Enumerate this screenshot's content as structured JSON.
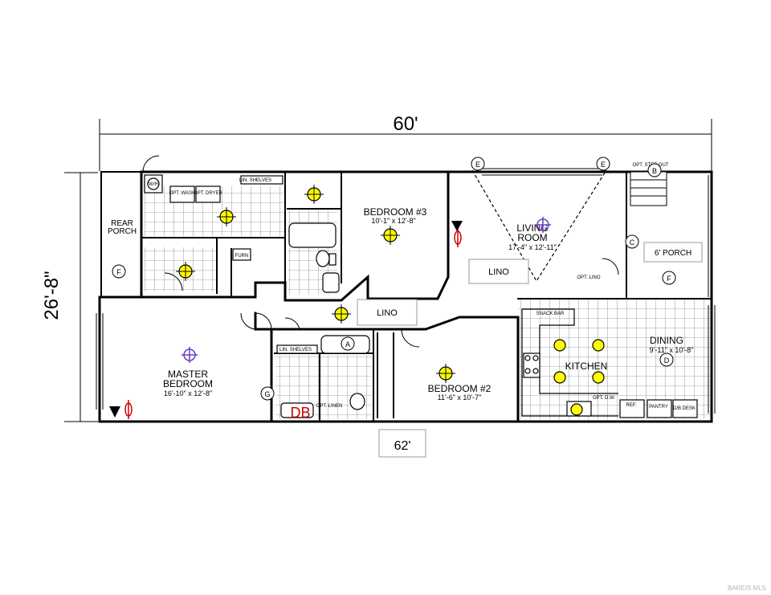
{
  "dimensions": {
    "width_label": "60'",
    "height_label": "26'-8\"",
    "bottom_label": "62'"
  },
  "rooms": {
    "rear_porch": "REAR PORCH",
    "bedroom3_name": "BEDROOM #3",
    "bedroom3_size": "10'-1\" x 12'-8\"",
    "living_name_1": "LIVING",
    "living_name_2": "ROOM",
    "living_size": "17'-4\" x 12'-11\"",
    "master_name_1": "MASTER",
    "master_name_2": "BEDROOM",
    "master_size": "16'-10\" x 12'-8\"",
    "bedroom2_name": "BEDROOM #2",
    "bedroom2_size": "11'-6\" x 10'-7\"",
    "kitchen": "KITCHEN",
    "dining_name": "DINING",
    "dining_size": "9'-11\" x 10'-8\"",
    "porch_6": "6' PORCH"
  },
  "labels": {
    "lino_1": "LINO",
    "lino_2": "LINO",
    "opt_lino": "OPT. LINO",
    "db": "DB",
    "snack_bar": "SNACK BAR",
    "pantry": "PANTRY",
    "desk": "D/B DESK",
    "ref": "REF.",
    "opt_dw": "OPT. D.W.",
    "lin_shelves_1": "LIN. SHELVES",
    "lin_shelves_2": "LIN. SHELVES",
    "opt_wash": "OPT. WASH",
    "opt_dryer": "OPT. DRYER",
    "wh": "W/H",
    "furn": "FURN",
    "opt_linen": "OPT. LINEN",
    "opt_step_out": "OPT. STEP OUT"
  },
  "markers": {
    "a": "A",
    "b": "B",
    "c": "C",
    "d": "D",
    "e1": "E",
    "e2": "E",
    "f1": "F",
    "f2": "F",
    "g": "G"
  },
  "colors": {
    "light": "#ffff00",
    "purple": "#6a3fbf",
    "red": "#cc0000",
    "wall": "#000000"
  },
  "watermark": "BAREIS MLS"
}
